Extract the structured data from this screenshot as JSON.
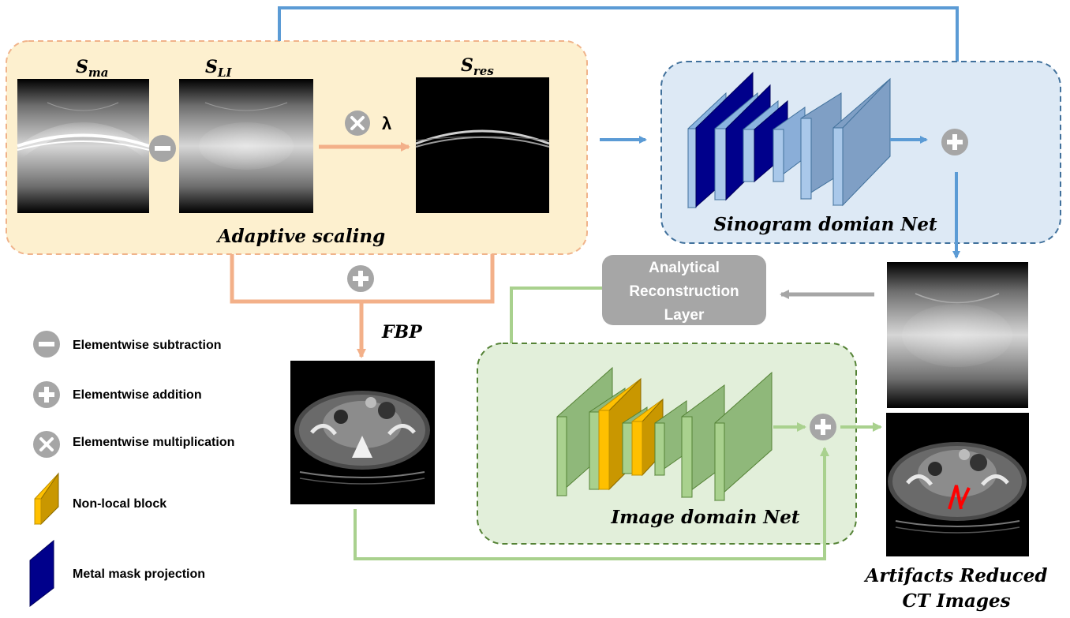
{
  "adaptive_scaling": {
    "title": "Adaptive scaling",
    "s_ma": {
      "base": "S",
      "sub": "ma"
    },
    "s_li": {
      "base": "S",
      "sub": "LI"
    },
    "s_res": {
      "base": "S",
      "sub": "res"
    },
    "lambda": "λ"
  },
  "sinogram_net": {
    "title": "Sinogram domian Net"
  },
  "image_net": {
    "title": "Image domain Net"
  },
  "analytical_layer": {
    "line1": "Analytical",
    "line2": "Reconstruction",
    "line3": "Layer"
  },
  "fbp_label": "FBP",
  "output": {
    "line1": "Artifacts Reduced",
    "line2": "CT Images"
  },
  "legend": {
    "subtraction": "Elementwise subtraction",
    "addition": "Elementwise addition",
    "multiplication": "Elementwise multiplication",
    "nonlocal": "Non-local block",
    "metal_mask": "Metal mask projection"
  },
  "colors": {
    "adaptive_fill": "#fdf0cf",
    "adaptive_border": "#f0b38a",
    "orange_arrow": "#f3b089",
    "sinogram_fill": "#dde9f5",
    "sinogram_border": "#41719c",
    "blue_arrow": "#5b9bd5",
    "image_fill": "#e2efda",
    "image_border": "#548235",
    "green_arrow": "#a9d18e",
    "gray_op": "#a6a6a6",
    "metal_mask": "#00008b",
    "nonlocal": "#ffc000",
    "artifact": "#ff0000"
  }
}
